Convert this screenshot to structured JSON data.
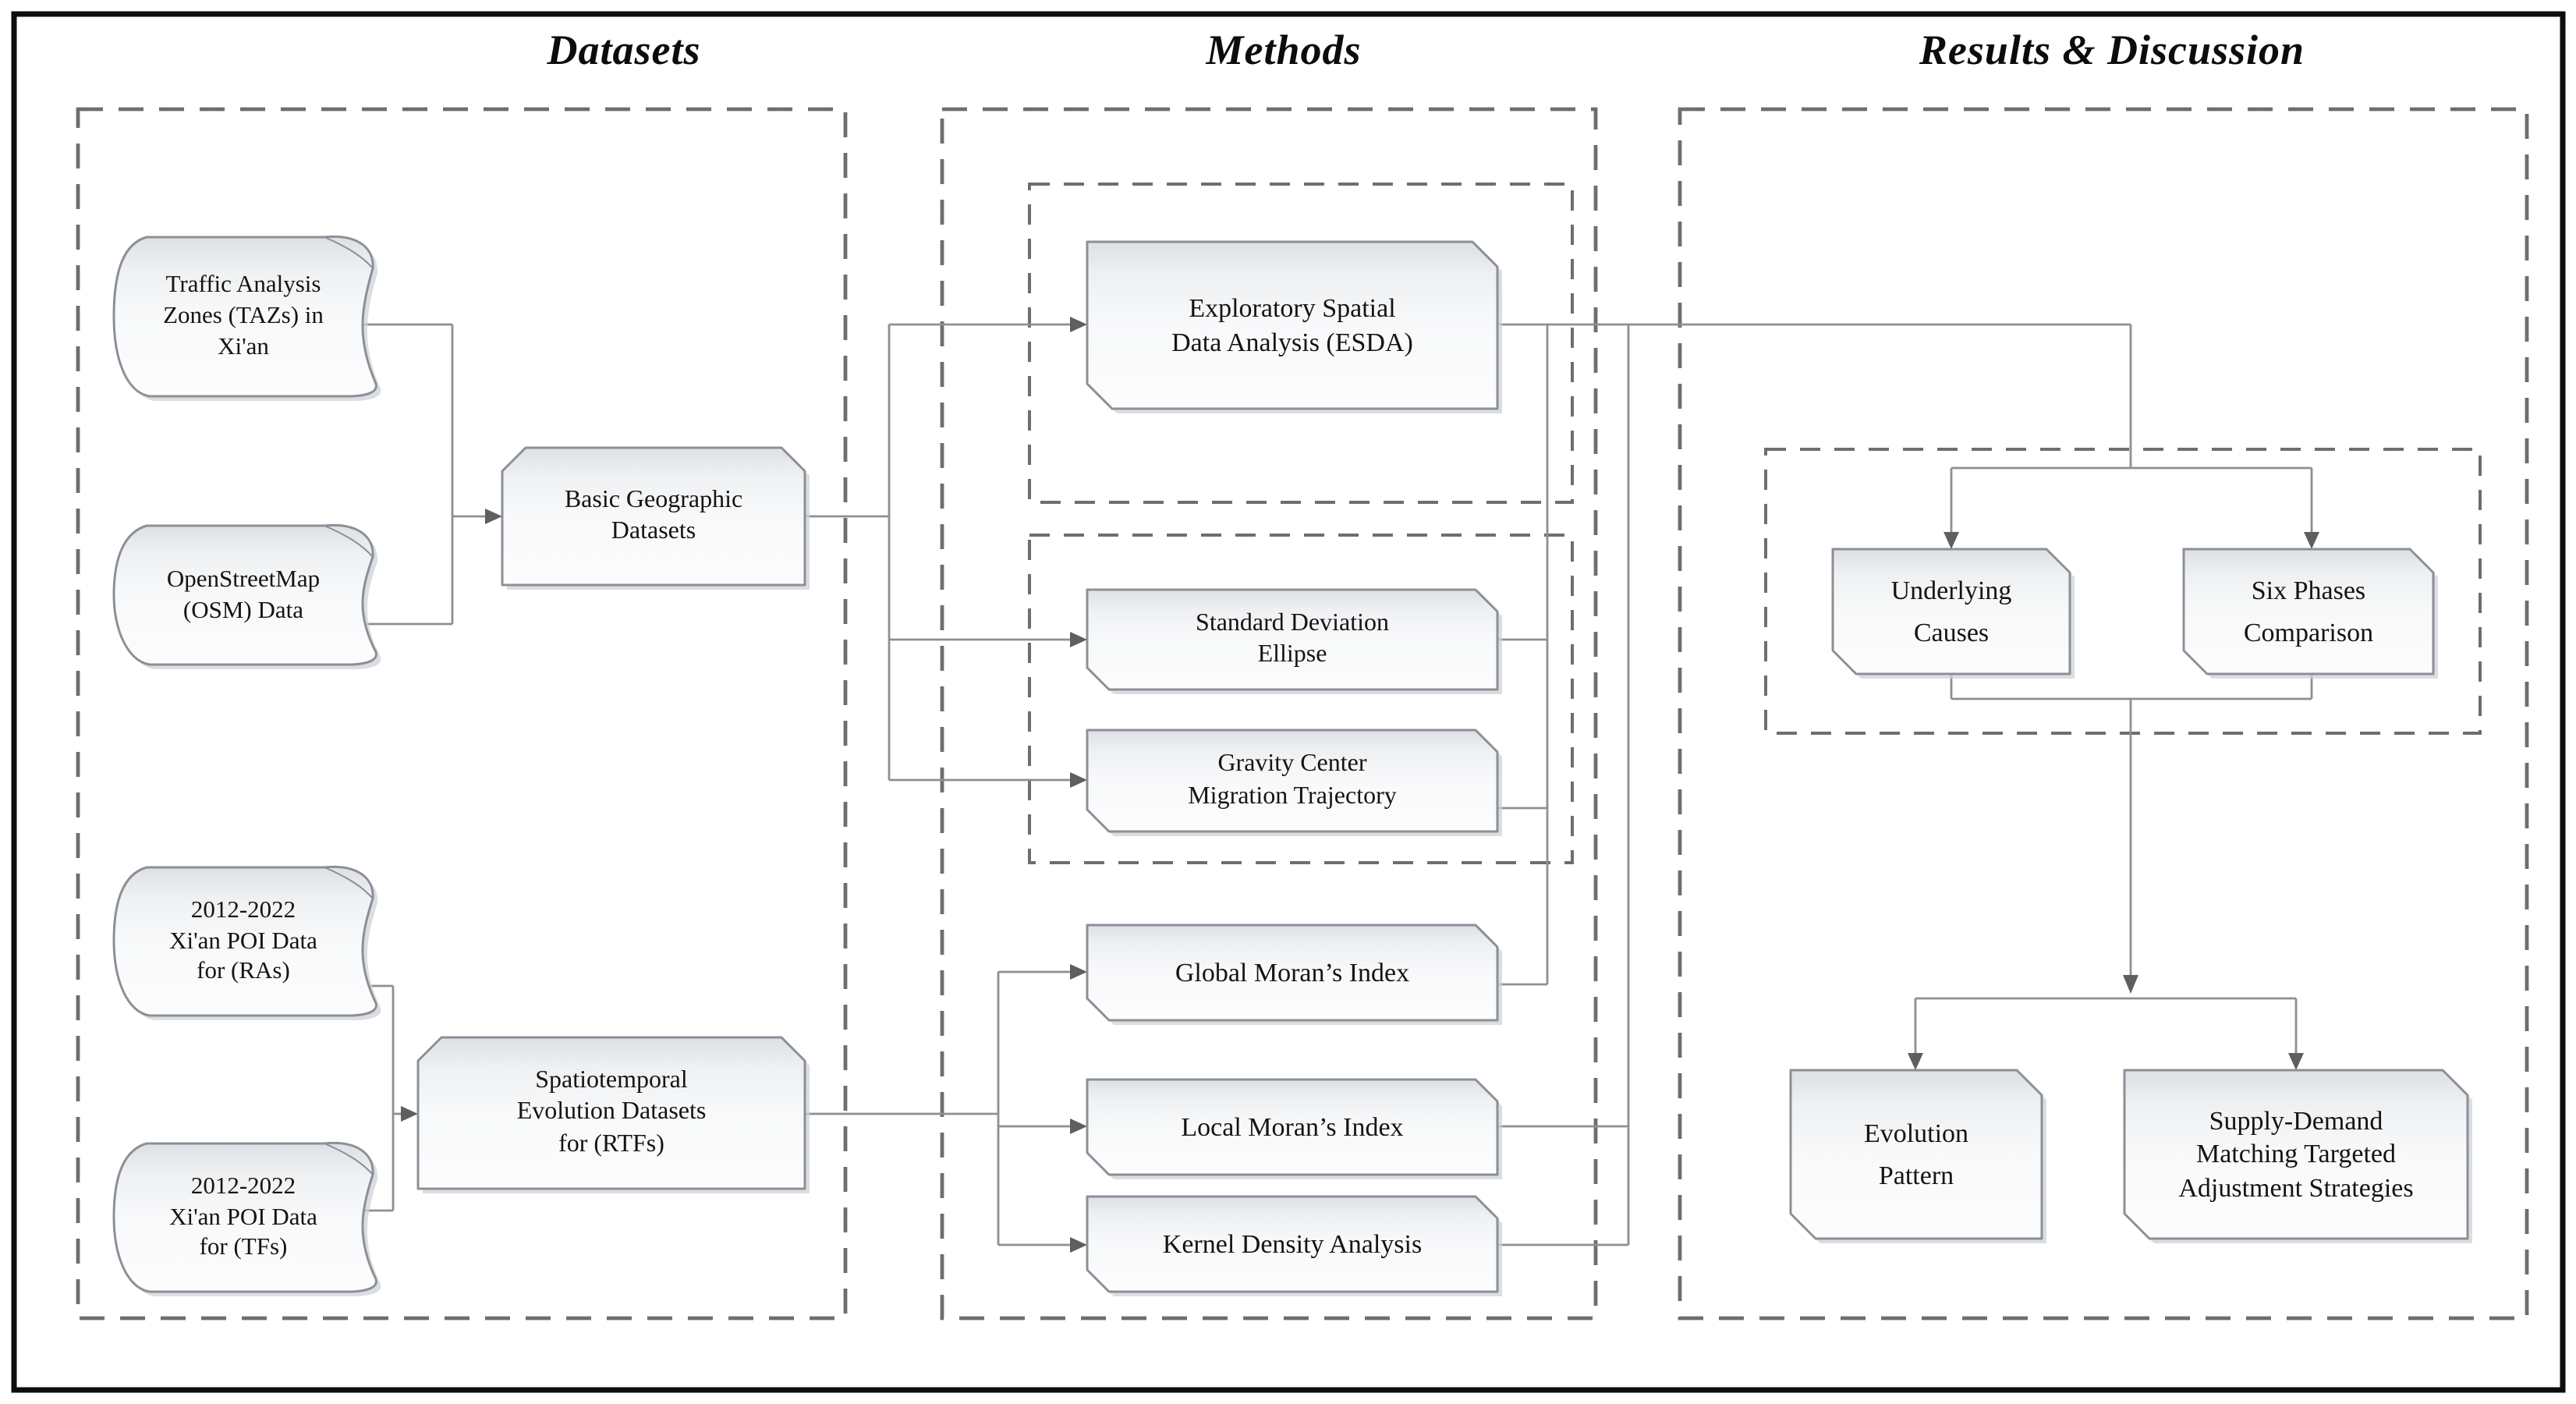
{
  "figure": {
    "type": "research-workflow-flowchart",
    "column_titles": {
      "datasets": "Datasets",
      "methods": "Methods",
      "results": "Results & Discussion"
    }
  },
  "nodes": {
    "taz": {
      "label": "Traffic Analysis\nZones (TAZs) in\nXi'an",
      "shape": "curled-document"
    },
    "osm": {
      "label": "OpenStreetMap\n(OSM) Data",
      "shape": "curled-document"
    },
    "poi_ras": {
      "label": "2012-2022\nXi'an POI Data\nfor (RAs)",
      "shape": "curled-document"
    },
    "poi_tfs": {
      "label": "2012-2022\nXi'an POI Data\nfor (TFs)",
      "shape": "curled-document"
    },
    "basic_geo": {
      "label": "Basic Geographic\nDatasets",
      "shape": "chamfered-top-box"
    },
    "spatiotemporal": {
      "label": "Spatiotemporal\nEvolution Datasets\nfor (RTFs)",
      "shape": "chamfered-top-box"
    },
    "esda": {
      "label": "Exploratory Spatial\nData Analysis (ESDA)",
      "shape": "card"
    },
    "sde": {
      "label": "Standard Deviation\nEllipse",
      "shape": "card"
    },
    "gravity": {
      "label": "Gravity Center\nMigration Trajectory",
      "shape": "card"
    },
    "global_moran": {
      "label": "Global Moran’s Index",
      "shape": "card"
    },
    "local_moran": {
      "label": "Local Moran’s Index",
      "shape": "card"
    },
    "kernel": {
      "label": "Kernel Density Analysis",
      "shape": "card"
    },
    "underlying": {
      "label": "Underlying\nCauses",
      "shape": "card"
    },
    "six_phases": {
      "label": "Six Phases\nComparison",
      "shape": "card"
    },
    "evolution": {
      "label": "Evolution\nPattern",
      "shape": "card"
    },
    "supply_demand": {
      "label": "Supply-Demand\nMatching Targeted\nAdjustment Strategies",
      "shape": "card"
    }
  },
  "colors": {
    "frame": "#0d0d0d",
    "dashed_border": "#6e6e6e",
    "connector": "#8f8f8f",
    "arrowhead": "#5f5f5f",
    "box_border": "#8b9097",
    "box_fill_top": "#dde0e4",
    "box_fill_bottom": "#fcfcfd",
    "shadow": "#cfd3d7",
    "text": "#141414"
  }
}
